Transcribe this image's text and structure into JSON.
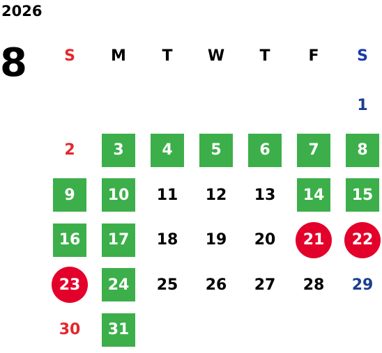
{
  "calendar": {
    "year": "2026",
    "month": "8",
    "weekdays": [
      "S",
      "M",
      "T",
      "W",
      "T",
      "F",
      "S"
    ],
    "weekday_colors": [
      "#e5262d",
      "#000000",
      "#000000",
      "#000000",
      "#000000",
      "#000000",
      "#1a3aa8"
    ],
    "weeks": [
      [
        null,
        null,
        null,
        null,
        null,
        null,
        {
          "day": "1",
          "style": "sat"
        }
      ],
      [
        {
          "day": "2",
          "style": "sun"
        },
        {
          "day": "3",
          "style": "green"
        },
        {
          "day": "4",
          "style": "green"
        },
        {
          "day": "5",
          "style": "green"
        },
        {
          "day": "6",
          "style": "green"
        },
        {
          "day": "7",
          "style": "green"
        },
        {
          "day": "8",
          "style": "green"
        }
      ],
      [
        {
          "day": "9",
          "style": "green"
        },
        {
          "day": "10",
          "style": "green"
        },
        {
          "day": "11",
          "style": "plain"
        },
        {
          "day": "12",
          "style": "plain"
        },
        {
          "day": "13",
          "style": "plain"
        },
        {
          "day": "14",
          "style": "green"
        },
        {
          "day": "15",
          "style": "green"
        }
      ],
      [
        {
          "day": "16",
          "style": "green"
        },
        {
          "day": "17",
          "style": "green"
        },
        {
          "day": "18",
          "style": "plain"
        },
        {
          "day": "19",
          "style": "plain"
        },
        {
          "day": "20",
          "style": "plain"
        },
        {
          "day": "21",
          "style": "red"
        },
        {
          "day": "22",
          "style": "red"
        }
      ],
      [
        {
          "day": "23",
          "style": "red"
        },
        {
          "day": "24",
          "style": "green"
        },
        {
          "day": "25",
          "style": "plain"
        },
        {
          "day": "26",
          "style": "plain"
        },
        {
          "day": "27",
          "style": "plain"
        },
        {
          "day": "28",
          "style": "plain"
        },
        {
          "day": "29",
          "style": "sat"
        }
      ],
      [
        {
          "day": "30",
          "style": "sun"
        },
        {
          "day": "31",
          "style": "green"
        },
        null,
        null,
        null,
        null,
        null
      ]
    ],
    "colors": {
      "green": "#3caf4a",
      "red": "#e3002a",
      "sunday": "#e5262d",
      "saturday": "#1a3f8f"
    }
  }
}
